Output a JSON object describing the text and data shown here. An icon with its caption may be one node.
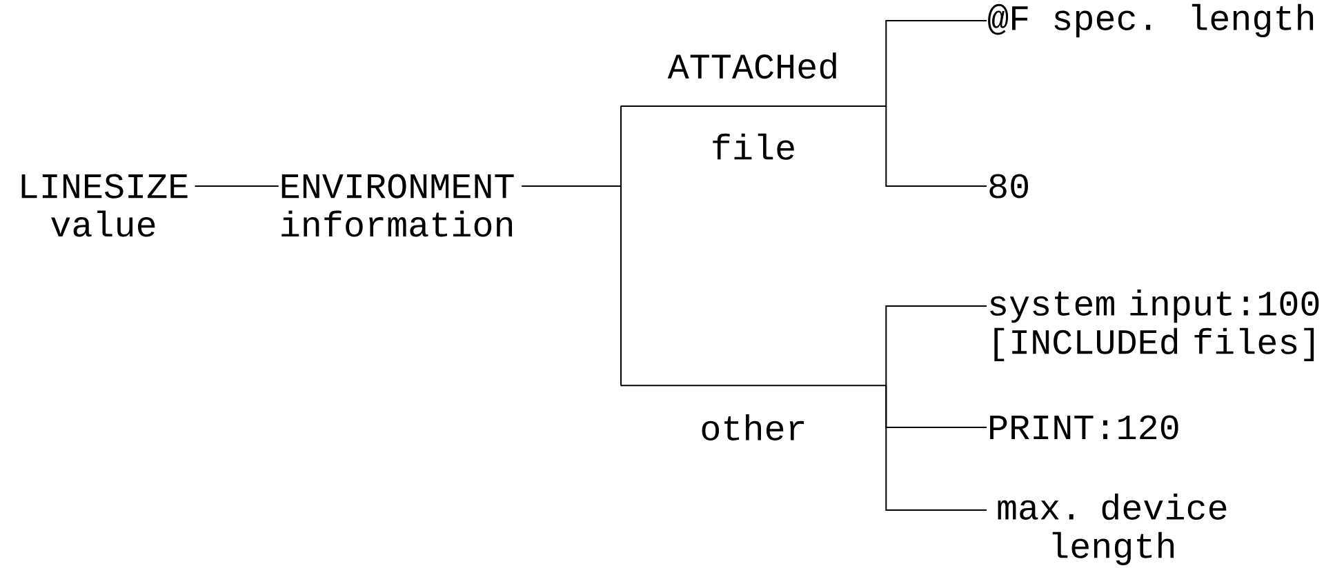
{
  "diagram": {
    "nodes": [
      {
        "text": [
          "LINESIZE value"
        ]
      },
      {
        "text": [
          "ENVIRONMENT information"
        ]
      },
      {
        "text": [
          "ATTACHed file"
        ]
      },
      {
        "text": [
          "other"
        ]
      },
      {
        "text": [
          "@F spec. length"
        ]
      },
      {
        "text": [
          "80"
        ]
      },
      {
        "text": [
          "system input:100 [INCLUDEd files]"
        ]
      },
      {
        "text": [
          "PRINT:120"
        ]
      },
      {
        "text": [
          "max. device length"
        ]
      }
    ],
    "edges": [
      {
        "from": 0,
        "to": 1,
        "arrow": "none"
      },
      {
        "from": 1,
        "to": 2,
        "arrow": "none"
      },
      {
        "from": 1,
        "to": 3,
        "arrow": "none"
      },
      {
        "from": 2,
        "to": 4,
        "arrow": "none"
      },
      {
        "from": 2,
        "to": 5,
        "arrow": "none"
      },
      {
        "from": 3,
        "to": 6,
        "arrow": "none"
      },
      {
        "from": 3,
        "to": 7,
        "arrow": "none"
      },
      {
        "from": 3,
        "to": 8,
        "arrow": "none"
      }
    ]
  }
}
